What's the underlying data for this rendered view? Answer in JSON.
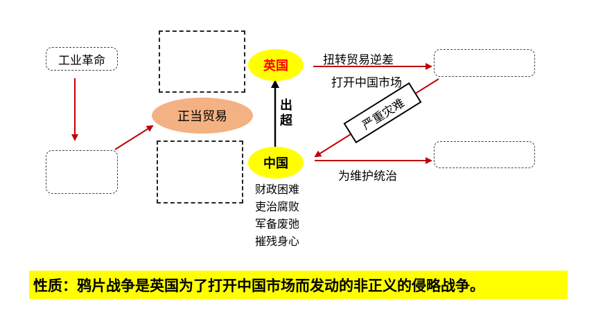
{
  "nodes": {
    "industrial_revolution": "工业革命",
    "britain": "英国",
    "china": "中国",
    "legit_trade": "正当贸易",
    "disaster": "严重灾难",
    "export_surplus": "出超"
  },
  "edges": {
    "reverse_deficit": "扭转贸易逆差",
    "open_market": "打开中国市场",
    "maintain_rule": "为维护统治"
  },
  "china_problems": [
    "财政困难",
    "吏治腐败",
    "军备废弛",
    "摧残身心"
  ],
  "nature": "性质：鸦片战争是英国为了打开中国市场而发动的非正义的侵略战争。",
  "colors": {
    "arrow_red": "#c00000",
    "ellipse_yellow": "#ffff00",
    "ellipse_salmon": "#f4b183",
    "britain_text": "#ff0000",
    "banner": "#ffff00"
  }
}
